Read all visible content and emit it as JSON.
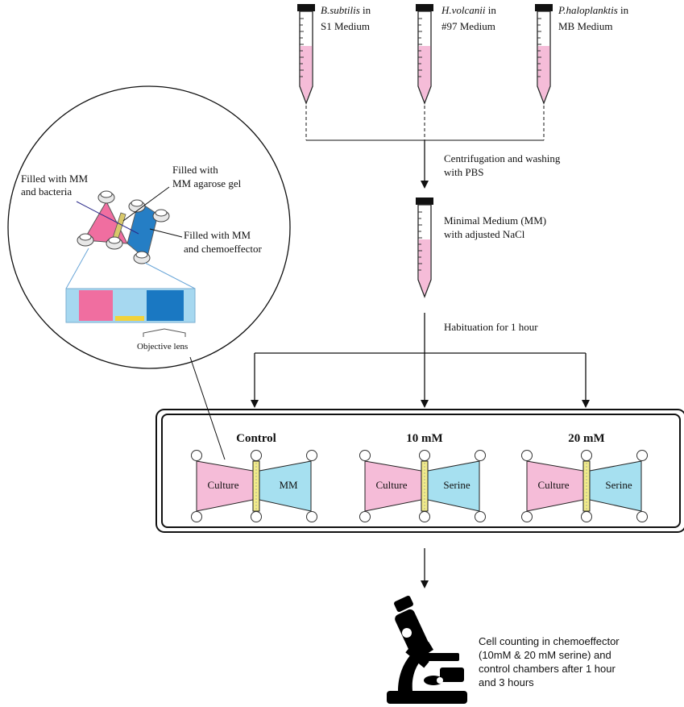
{
  "colors": {
    "culture_pink": "#f5bcd8",
    "medium_blue": "#a6e0f0",
    "gel_yellow": "#f2ec8a",
    "inset_pink": "#f06ea0",
    "inset_blue": "#1a78c2",
    "line": "#111111"
  },
  "tubes": [
    {
      "species": "B.subtilis",
      "suffix": " in",
      "medium": "S1 Medium"
    },
    {
      "species": "H.volcanii",
      "suffix": " in",
      "medium": "#97 Medium"
    },
    {
      "species": "P.haloplanktis",
      "suffix": " in",
      "medium": "MB Medium"
    }
  ],
  "steps": {
    "centrifugation": [
      "Centrifugation and washing",
      "with PBS"
    ],
    "mm_tube": [
      "Minimal Medium (MM)",
      "with adjusted NaCl"
    ],
    "habituation": "Habituation for 1 hour"
  },
  "inset": {
    "bacteria_label": [
      "Filled with MM",
      "and bacteria"
    ],
    "gel_label": [
      "Filled with",
      "MM agarose gel"
    ],
    "effector_label": [
      "Filled with MM",
      "and chemoeffector"
    ],
    "objective_label": "Objective lens"
  },
  "conditions": [
    {
      "title": "Control",
      "left": "Culture",
      "right": "MM"
    },
    {
      "title": "10 mM",
      "left": "Culture",
      "right": "Serine"
    },
    {
      "title": "20 mM",
      "left": "Culture",
      "right": "Serine"
    }
  ],
  "final_text": [
    "Cell counting in chemoeffector",
    "(10mM & 20 mM serine) and",
    "control chambers after 1 hour",
    "and 3 hours"
  ],
  "icons": {
    "microscope": "microscope-icon",
    "tube": "centrifuge-tube-icon",
    "chip": "chemotaxis-chip-icon"
  }
}
